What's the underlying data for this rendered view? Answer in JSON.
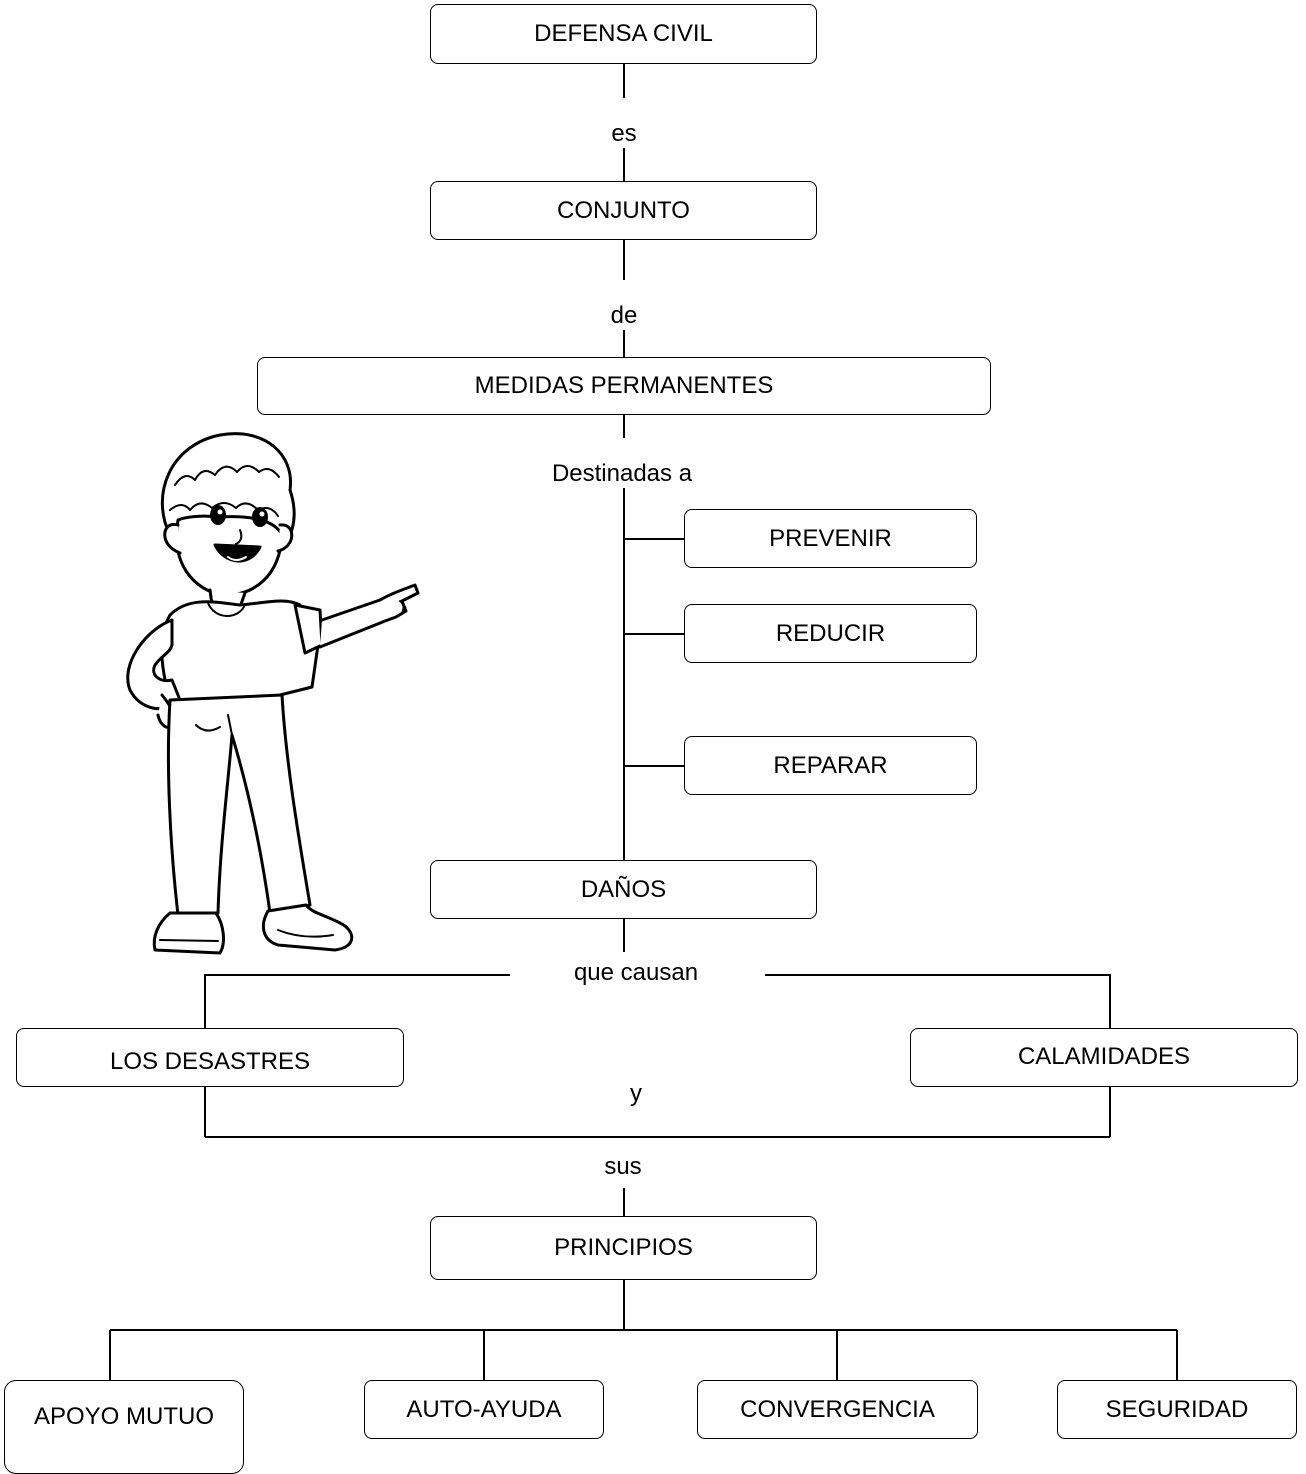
{
  "nodes": {
    "defensa_civil": "DEFENSA CIVIL",
    "conjunto": "CONJUNTO",
    "medidas_permanentes": "MEDIDAS PERMANENTES",
    "prevenir": "PREVENIR",
    "reducir": "REDUCIR",
    "reparar": "REPARAR",
    "danos": "DAÑOS",
    "los_desastres": "LOS DESASTRES",
    "calamidades": "CALAMIDADES",
    "principios": "PRINCIPIOS",
    "apoyo_mutuo": "APOYO MUTUO",
    "auto_ayuda": "AUTO-AYUDA",
    "convergencia": "CONVERGENCIA",
    "seguridad": "SEGURIDAD"
  },
  "links": {
    "es": "es",
    "de": "de",
    "destinadas_a": "Destinadas a",
    "que_causan": "que causan",
    "y": "y",
    "sus": "sus"
  },
  "illustration": {
    "icon": "cartoon-boy-pointing"
  }
}
